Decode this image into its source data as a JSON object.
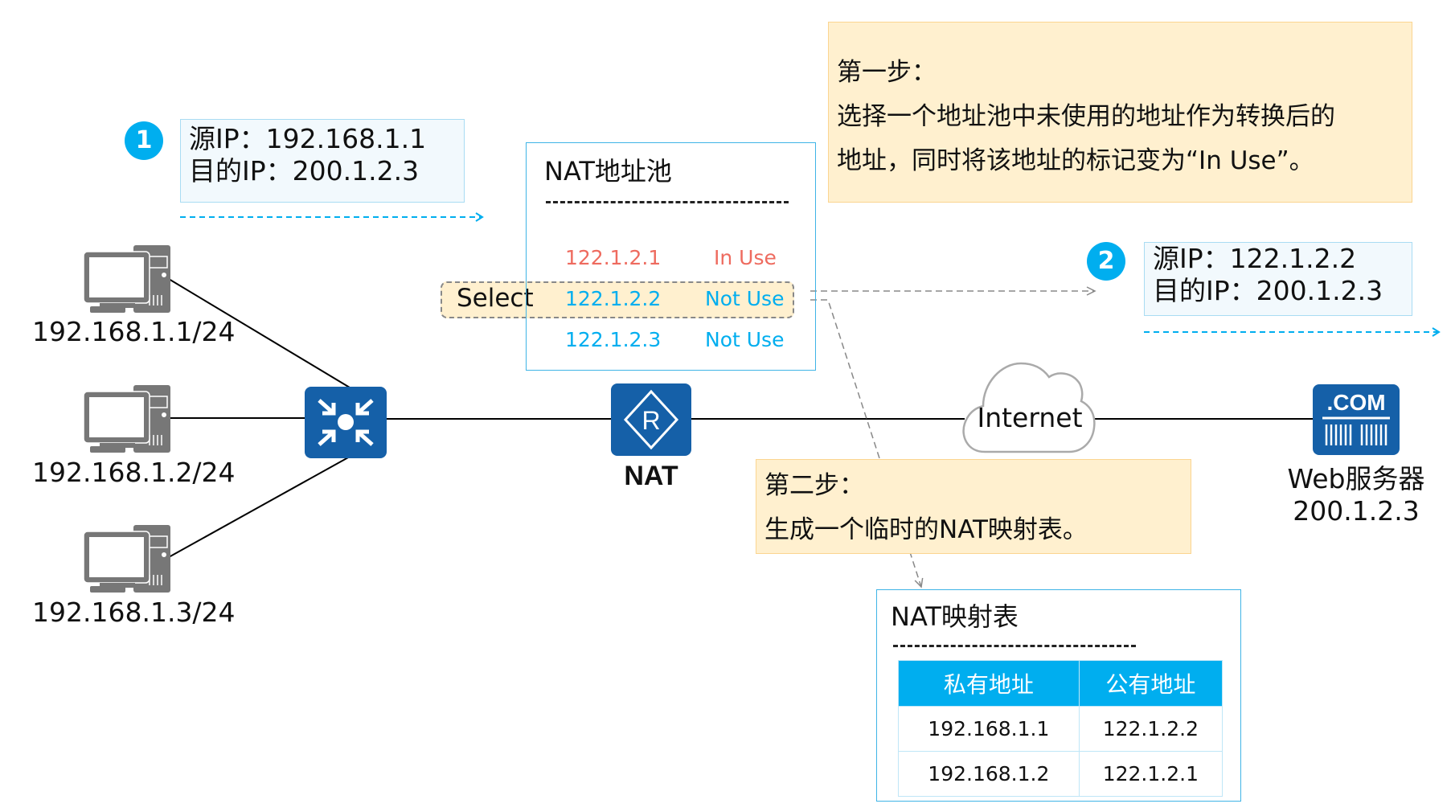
{
  "colors": {
    "accent_blue": "#00aeef",
    "device_blue": "#1560a8",
    "pc_gray": "#777777",
    "in_use": "#ee6b5f",
    "not_use": "#00aeef",
    "note_bg": "#fff0cf",
    "packet_bg": "#f2f9fd"
  },
  "packets": [
    {
      "badge": "1",
      "src_label": "源IP：",
      "src": "192.168.1.1",
      "dst_label": "目的IP：",
      "dst": "200.1.2.3"
    },
    {
      "badge": "2",
      "src_label": "源IP：",
      "src": "122.1.2.2",
      "dst_label": "目的IP：",
      "dst": "200.1.2.3"
    }
  ],
  "hosts": [
    {
      "icon": "pc-icon",
      "label": "192.168.1.1/24"
    },
    {
      "icon": "pc-icon",
      "label": "192.168.1.2/24"
    },
    {
      "icon": "pc-icon",
      "label": "192.168.1.3/24"
    }
  ],
  "switch": {
    "icon": "switch-icon"
  },
  "router": {
    "icon": "router-icon",
    "glyph": "R",
    "label": "NAT"
  },
  "internet": {
    "icon": "cloud-icon",
    "label": "Internet"
  },
  "server": {
    "icon": "web-server-icon",
    "glyph": ".COM",
    "name": "Web服务器",
    "ip": "200.1.2.3"
  },
  "nat_pool": {
    "title": "NAT地址池",
    "select_label": "Select",
    "rows": [
      {
        "address": "122.1.2.1",
        "status": "In Use"
      },
      {
        "address": "122.1.2.2",
        "status": "Not Use"
      },
      {
        "address": "122.1.2.3",
        "status": "Not Use"
      }
    ]
  },
  "steps": [
    {
      "title": "第一步：",
      "lines": [
        "选择一个地址池中未使用的地址作为转换后的",
        "地址，同时将该地址的标记变为“In Use”。"
      ]
    },
    {
      "title": "第二步：",
      "lines": [
        "生成一个临时的NAT映射表。"
      ]
    }
  ],
  "nat_table": {
    "title": "NAT映射表",
    "headers": [
      "私有地址",
      "公有地址"
    ],
    "rows": [
      [
        "192.168.1.1",
        "122.1.2.2"
      ],
      [
        "192.168.1.2",
        "122.1.2.1"
      ]
    ]
  }
}
